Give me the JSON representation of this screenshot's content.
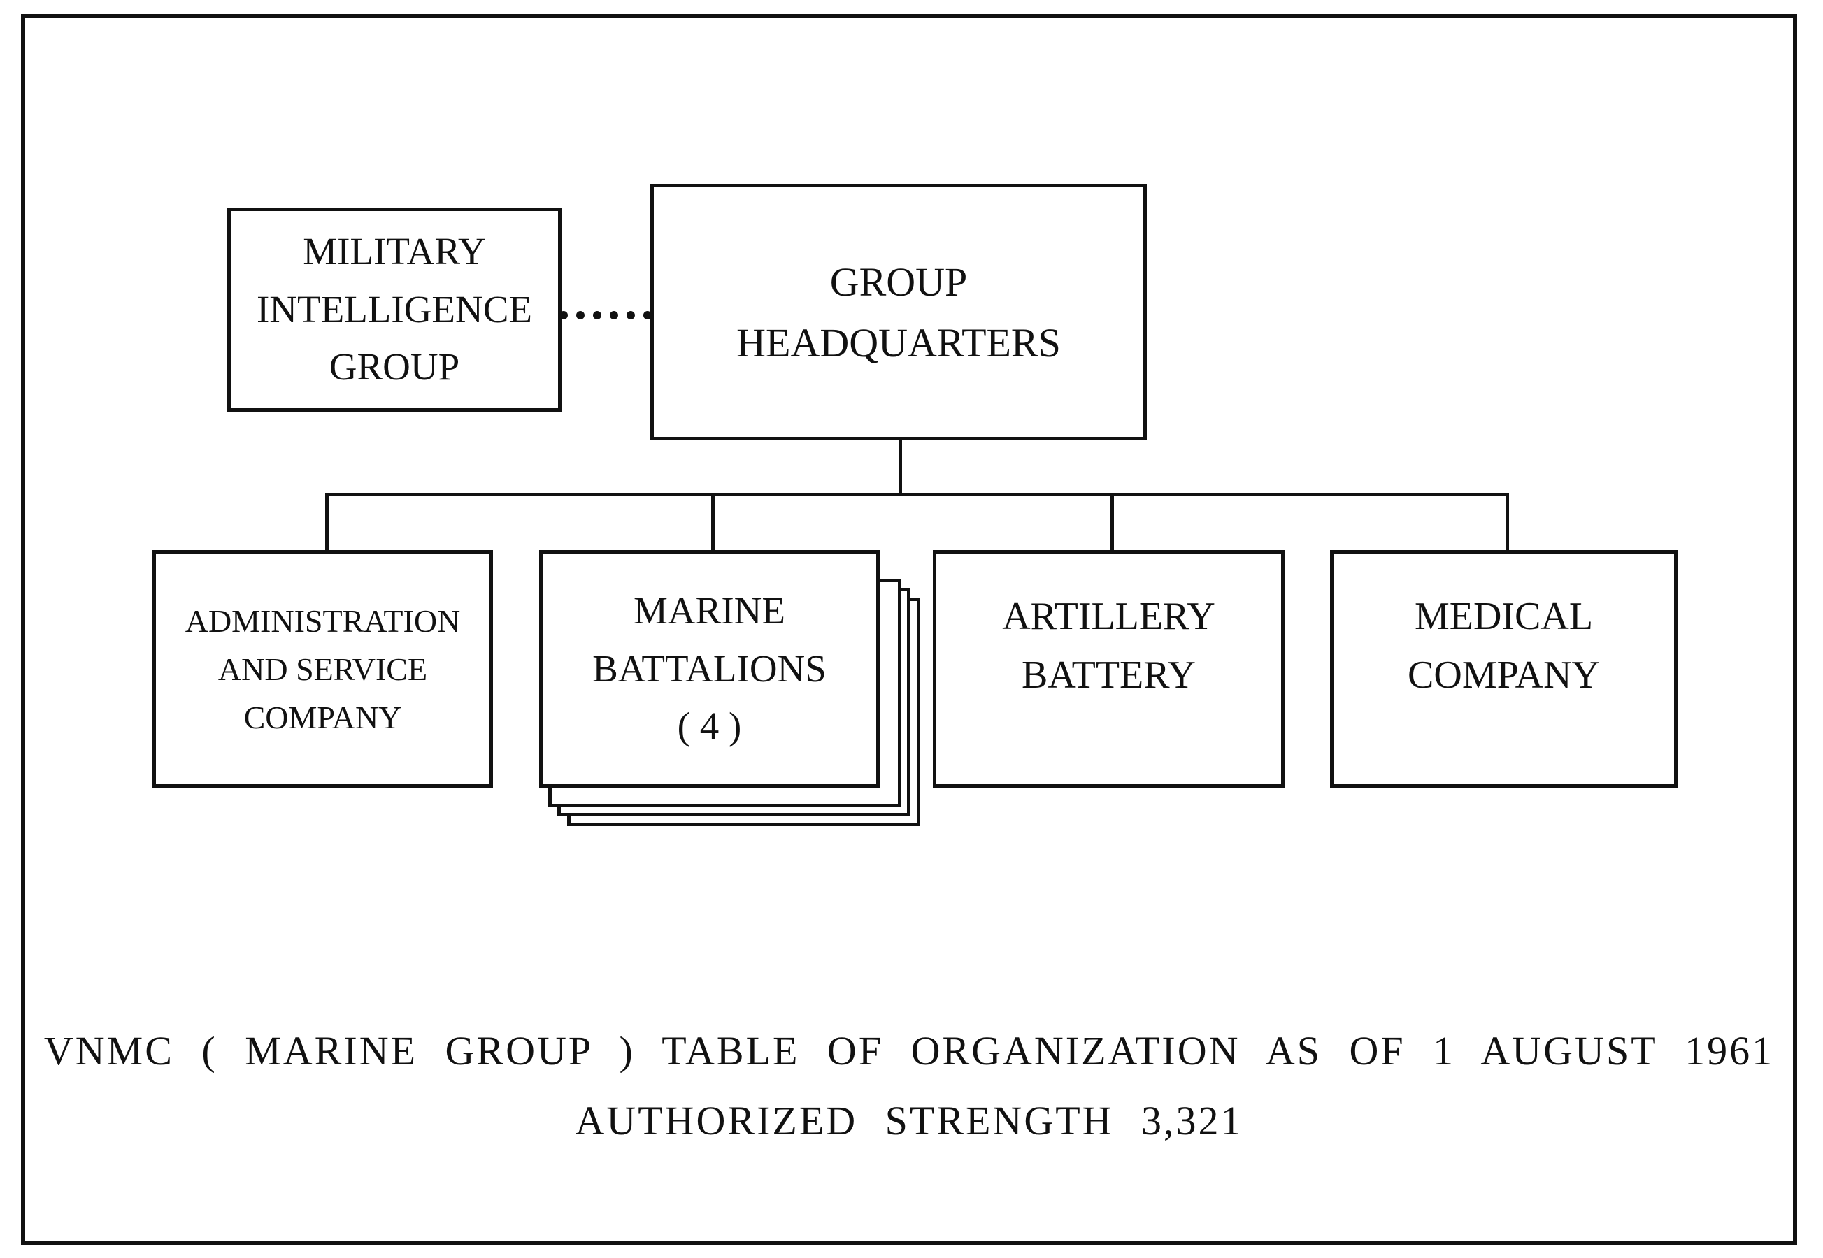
{
  "chart": {
    "headquarters": {
      "lines": [
        "GROUP",
        "HEADQUARTERS"
      ]
    },
    "attached": {
      "lines": [
        "MILITARY",
        "INTELLIGENCE",
        "GROUP"
      ]
    },
    "units": [
      {
        "lines": [
          "ADMINISTRATION",
          "AND SERVICE",
          "COMPANY"
        ]
      },
      {
        "lines": [
          "MARINE",
          "BATTALIONS",
          "( 4 )"
        ]
      },
      {
        "lines": [
          "ARTILLERY",
          "BATTERY"
        ]
      },
      {
        "lines": [
          "MEDICAL",
          "COMPANY"
        ]
      }
    ]
  },
  "caption": {
    "line1": "VNMC ( MARINE GROUP ) TABLE OF ORGANIZATION AS OF 1 AUGUST 1961",
    "line2": "AUTHORIZED STRENGTH 3,321"
  }
}
